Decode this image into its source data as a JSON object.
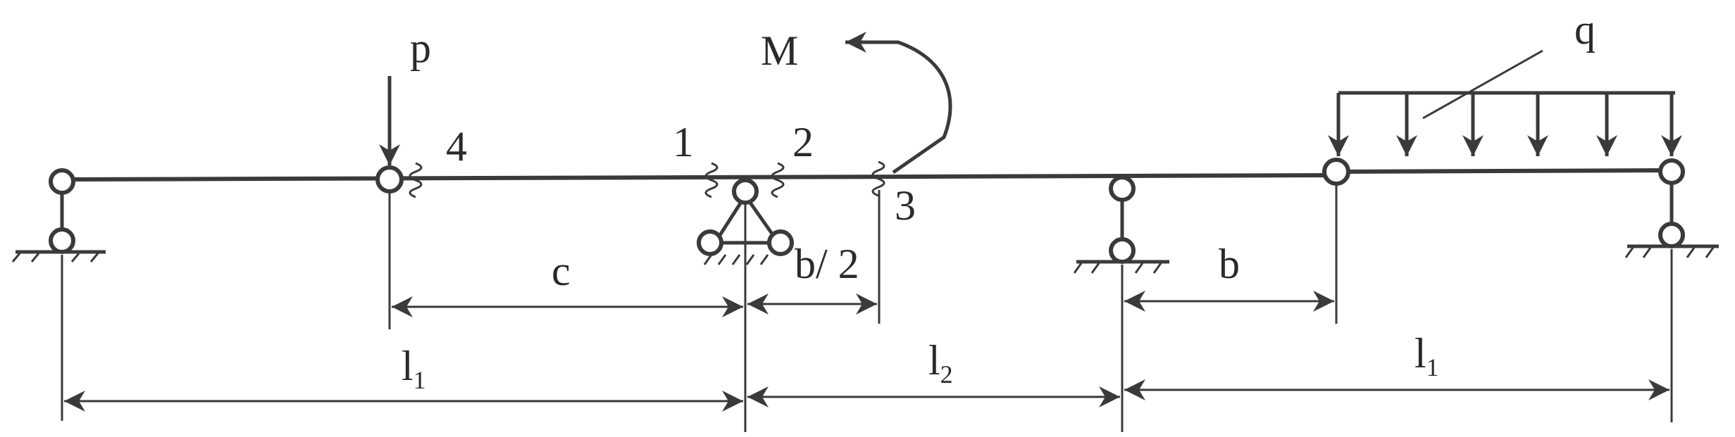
{
  "labels": {
    "p": "p",
    "M": "M",
    "q": "q",
    "sec1": "1",
    "sec2": "2",
    "sec3": "3",
    "sec4": "4",
    "c": "c",
    "b_half": "b/ 2",
    "b": "b",
    "l1_left": "l",
    "l1_left_sub": "1",
    "l2": "l",
    "l2_sub": "2",
    "l1_right": "l",
    "l1_right_sub": "1"
  }
}
